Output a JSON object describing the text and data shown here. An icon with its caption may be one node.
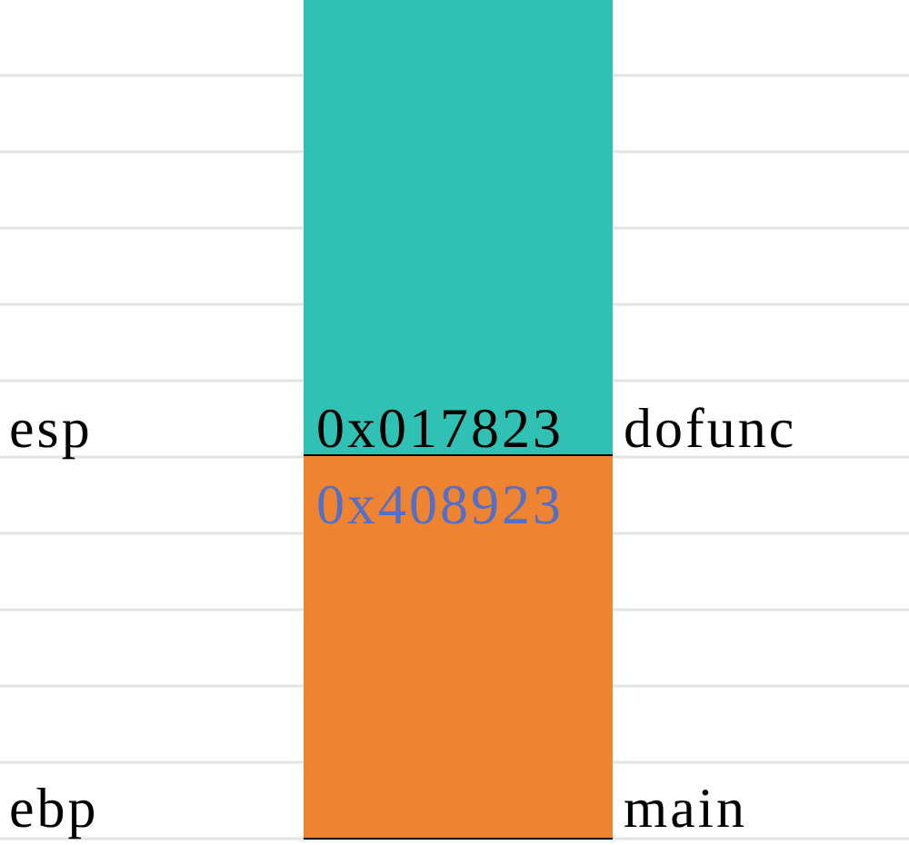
{
  "diagram": {
    "nodes": [
      {
        "text": [
          "0x017823"
        ]
      },
      {
        "text": [
          "0x408923"
        ]
      }
    ],
    "labels": [
      "esp",
      "dofunc",
      "ebp",
      "main"
    ]
  }
}
